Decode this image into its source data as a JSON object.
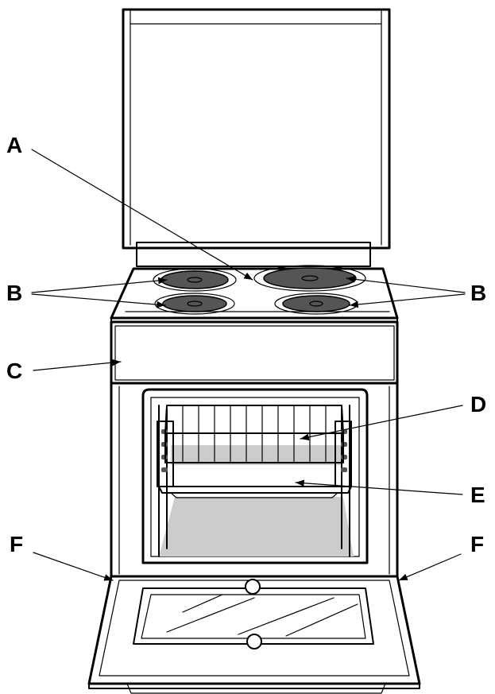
{
  "diagram": {
    "callouts": {
      "a": "A",
      "b_left": "B",
      "b_right": "B",
      "c": "C",
      "d": "D",
      "e": "E",
      "f_left": "F",
      "f_right": "F"
    },
    "colors": {
      "line": "#000000",
      "hotplate": "#555555",
      "shadow": "#cccccc",
      "background": "#ffffff"
    }
  }
}
